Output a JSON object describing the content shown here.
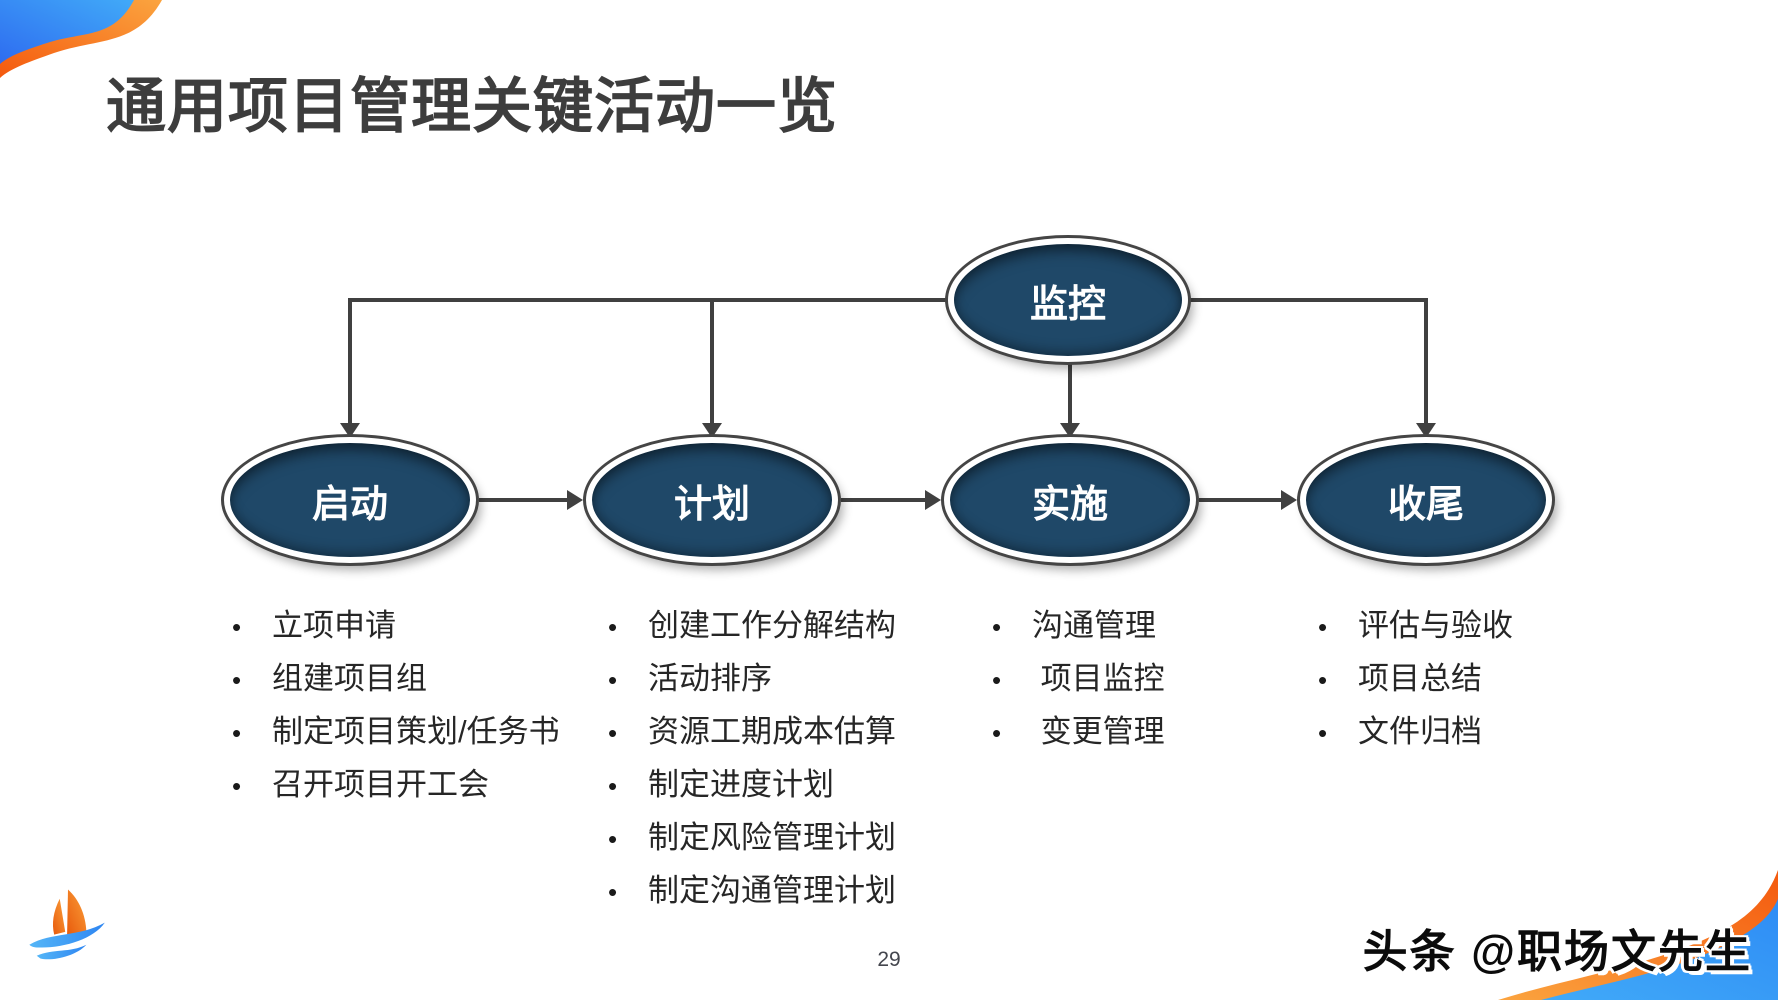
{
  "slide": {
    "title": "通用项目管理关键活动一览",
    "page_number": "29",
    "watermark": "头条 @职场文先生"
  },
  "diagram": {
    "monitor": {
      "label": "监控"
    },
    "phases": [
      {
        "label": "启动",
        "items": [
          "立项申请",
          "组建项目组",
          "制定项目策划/任务书",
          "召开项目开工会"
        ]
      },
      {
        "label": "计划",
        "items": [
          "创建工作分解结构",
          "活动排序",
          "资源工期成本估算",
          "制定进度计划",
          "制定风险管理计划",
          "制定沟通管理计划"
        ]
      },
      {
        "label": "实施",
        "items": [
          "沟通管理",
          " 项目监控",
          " 变更管理"
        ]
      },
      {
        "label": "收尾",
        "items": [
          "评估与验收",
          "项目总结",
          "文件归档"
        ]
      }
    ],
    "bullet_glyph": "•",
    "colors": {
      "node_fill": "#1F4868",
      "node_ring": "#FFFFFF",
      "connector": "#404040",
      "title_text": "#3D3D3D",
      "list_text": "#262626",
      "accent_blue": "#2F80F5",
      "accent_orange": "#F97B16"
    }
  },
  "footer": {
    "logo_name": "sailboat-logo"
  }
}
